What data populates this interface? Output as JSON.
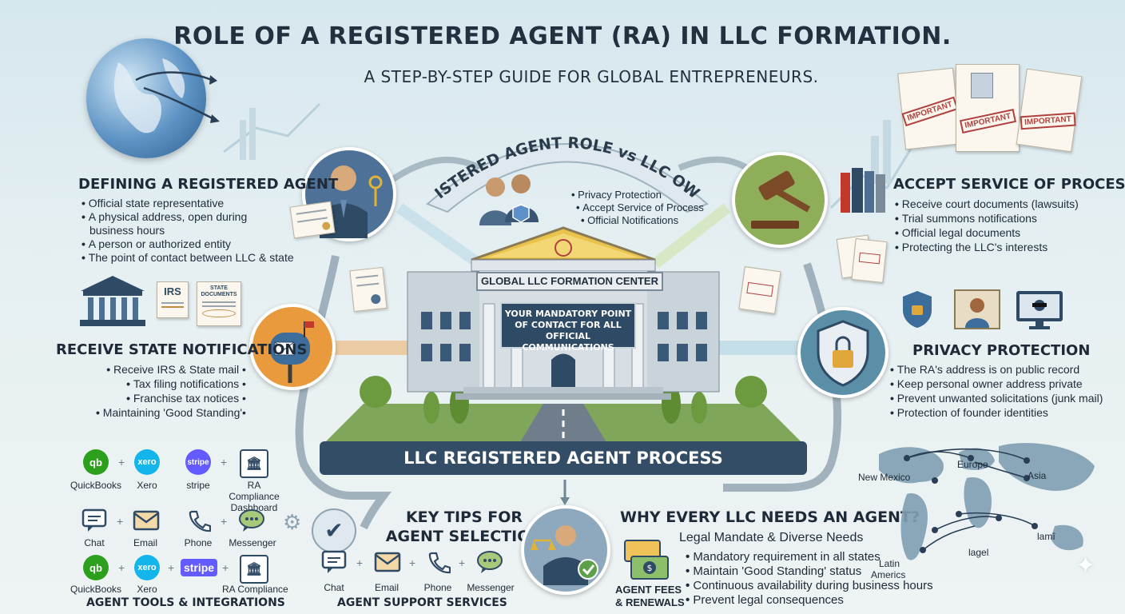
{
  "header": {
    "title": "ROLE OF A REGISTERED AGENT (RA) IN LLC FORMATION.",
    "subtitle": "A STEP-BY-STEP GUIDE FOR GLOBAL ENTREPRENEURS."
  },
  "banner": {
    "arc_title": "REGISTERED AGENT ROLE vs LLC OWNER",
    "bullets": [
      "Privacy Protection",
      "Accept Service of Process",
      "Official Notifications"
    ]
  },
  "building": {
    "sign": "GLOBAL LLC FORMATION CENTER",
    "plaque": "YOUR MANDATORY POINT OF CONTACT FOR ALL OFFICIAL COMMUNICATIONS",
    "base_title": "LLC REGISTERED AGENT PROCESS"
  },
  "defining": {
    "title": "DEFINING A REGISTERED AGENT",
    "items": [
      "Official state representative",
      "A physical address, open during",
      "A person or authorized entity",
      "The point of contact between LLC & state"
    ],
    "item_continuation": "business hours"
  },
  "state_notifications": {
    "title": "RECEIVE STATE NOTIFICATIONS",
    "items": [
      "Receive IRS & State mail",
      "Tax filing notifications",
      "Franchise tax notices",
      "Maintaining 'Good Standing'"
    ],
    "doc_irs": "IRS",
    "doc_state": "STATE DOCUMENTS"
  },
  "service_of_process": {
    "title": "ACCEPT SERVICE OF PROCESS",
    "items": [
      "Receive court documents (lawsuits)",
      "Trial summons notifications",
      "Official legal documents",
      "Protecting the LLC's interests"
    ],
    "stamps": [
      "IMPORTANT",
      "IMPORTANT",
      "IMPORTANT"
    ]
  },
  "privacy": {
    "title": "PRIVACY PROTECTION",
    "items": [
      "The RA's address is on public record",
      "Keep personal owner address private",
      "Prevent unwanted solicitations (junk mail)",
      "Protection of founder identities"
    ]
  },
  "tools": {
    "caption": "AGENT TOOLS & INTEGRATIONS",
    "row1": [
      {
        "label": "QuickBooks",
        "logo": "qb",
        "color": "#2ca01c"
      },
      {
        "label": "Xero",
        "logo": "xero",
        "color": "#13b5ea"
      },
      {
        "label": "stripe",
        "logo": "stripe",
        "color": "#635bff"
      },
      {
        "label": "RA Compliance Dashboard",
        "logo": "building",
        "color": "#2f4a64"
      }
    ],
    "row2": [
      {
        "label": "Chat",
        "icon": "chat-icon"
      },
      {
        "label": "Email",
        "icon": "email-icon"
      },
      {
        "label": "Phone",
        "icon": "phone-icon"
      },
      {
        "label": "Messenger",
        "icon": "messenger-icon"
      }
    ],
    "row3": [
      {
        "label": "QuickBooks",
        "logo": "qb",
        "color": "#2ca01c"
      },
      {
        "label": "Xero",
        "logo": "xero",
        "color": "#13b5ea"
      },
      {
        "label": "stripe",
        "logo": "stripe",
        "color": "#635bff"
      },
      {
        "label": "RA Compliance",
        "logo": "building",
        "color": "#2f4a64"
      }
    ]
  },
  "tips": {
    "title_line1": "KEY TIPS FOR",
    "title_line2": "AGENT SELECTION"
  },
  "support": {
    "caption": "AGENT SUPPORT SERVICES",
    "items": [
      {
        "label": "Chat",
        "icon": "chat-icon"
      },
      {
        "label": "Email",
        "icon": "email-icon"
      },
      {
        "label": "Phone",
        "icon": "phone-icon"
      },
      {
        "label": "Messenger",
        "icon": "messenger-icon"
      }
    ]
  },
  "why": {
    "title": "WHY EVERY LLC NEEDS AN AGENT?",
    "subtitle": "Legal Mandate & Diverse Needs",
    "items": [
      "Mandatory requirement in all states",
      "Maintain 'Good Standing' status",
      "Continuous availability during business hours",
      "Prevent legal consequences"
    ],
    "fees_line1": "AGENT FEES",
    "fees_line2": "& RENEWALS"
  },
  "map": {
    "labels": [
      "New Mexico",
      "Europe",
      "Asia",
      "lagel",
      "lamî",
      "Latin",
      "Americs"
    ]
  },
  "colors": {
    "navy": "#2f4a64",
    "orange": "#e89a3c",
    "green": "#8fae5a",
    "teal": "#5b8fa8"
  }
}
